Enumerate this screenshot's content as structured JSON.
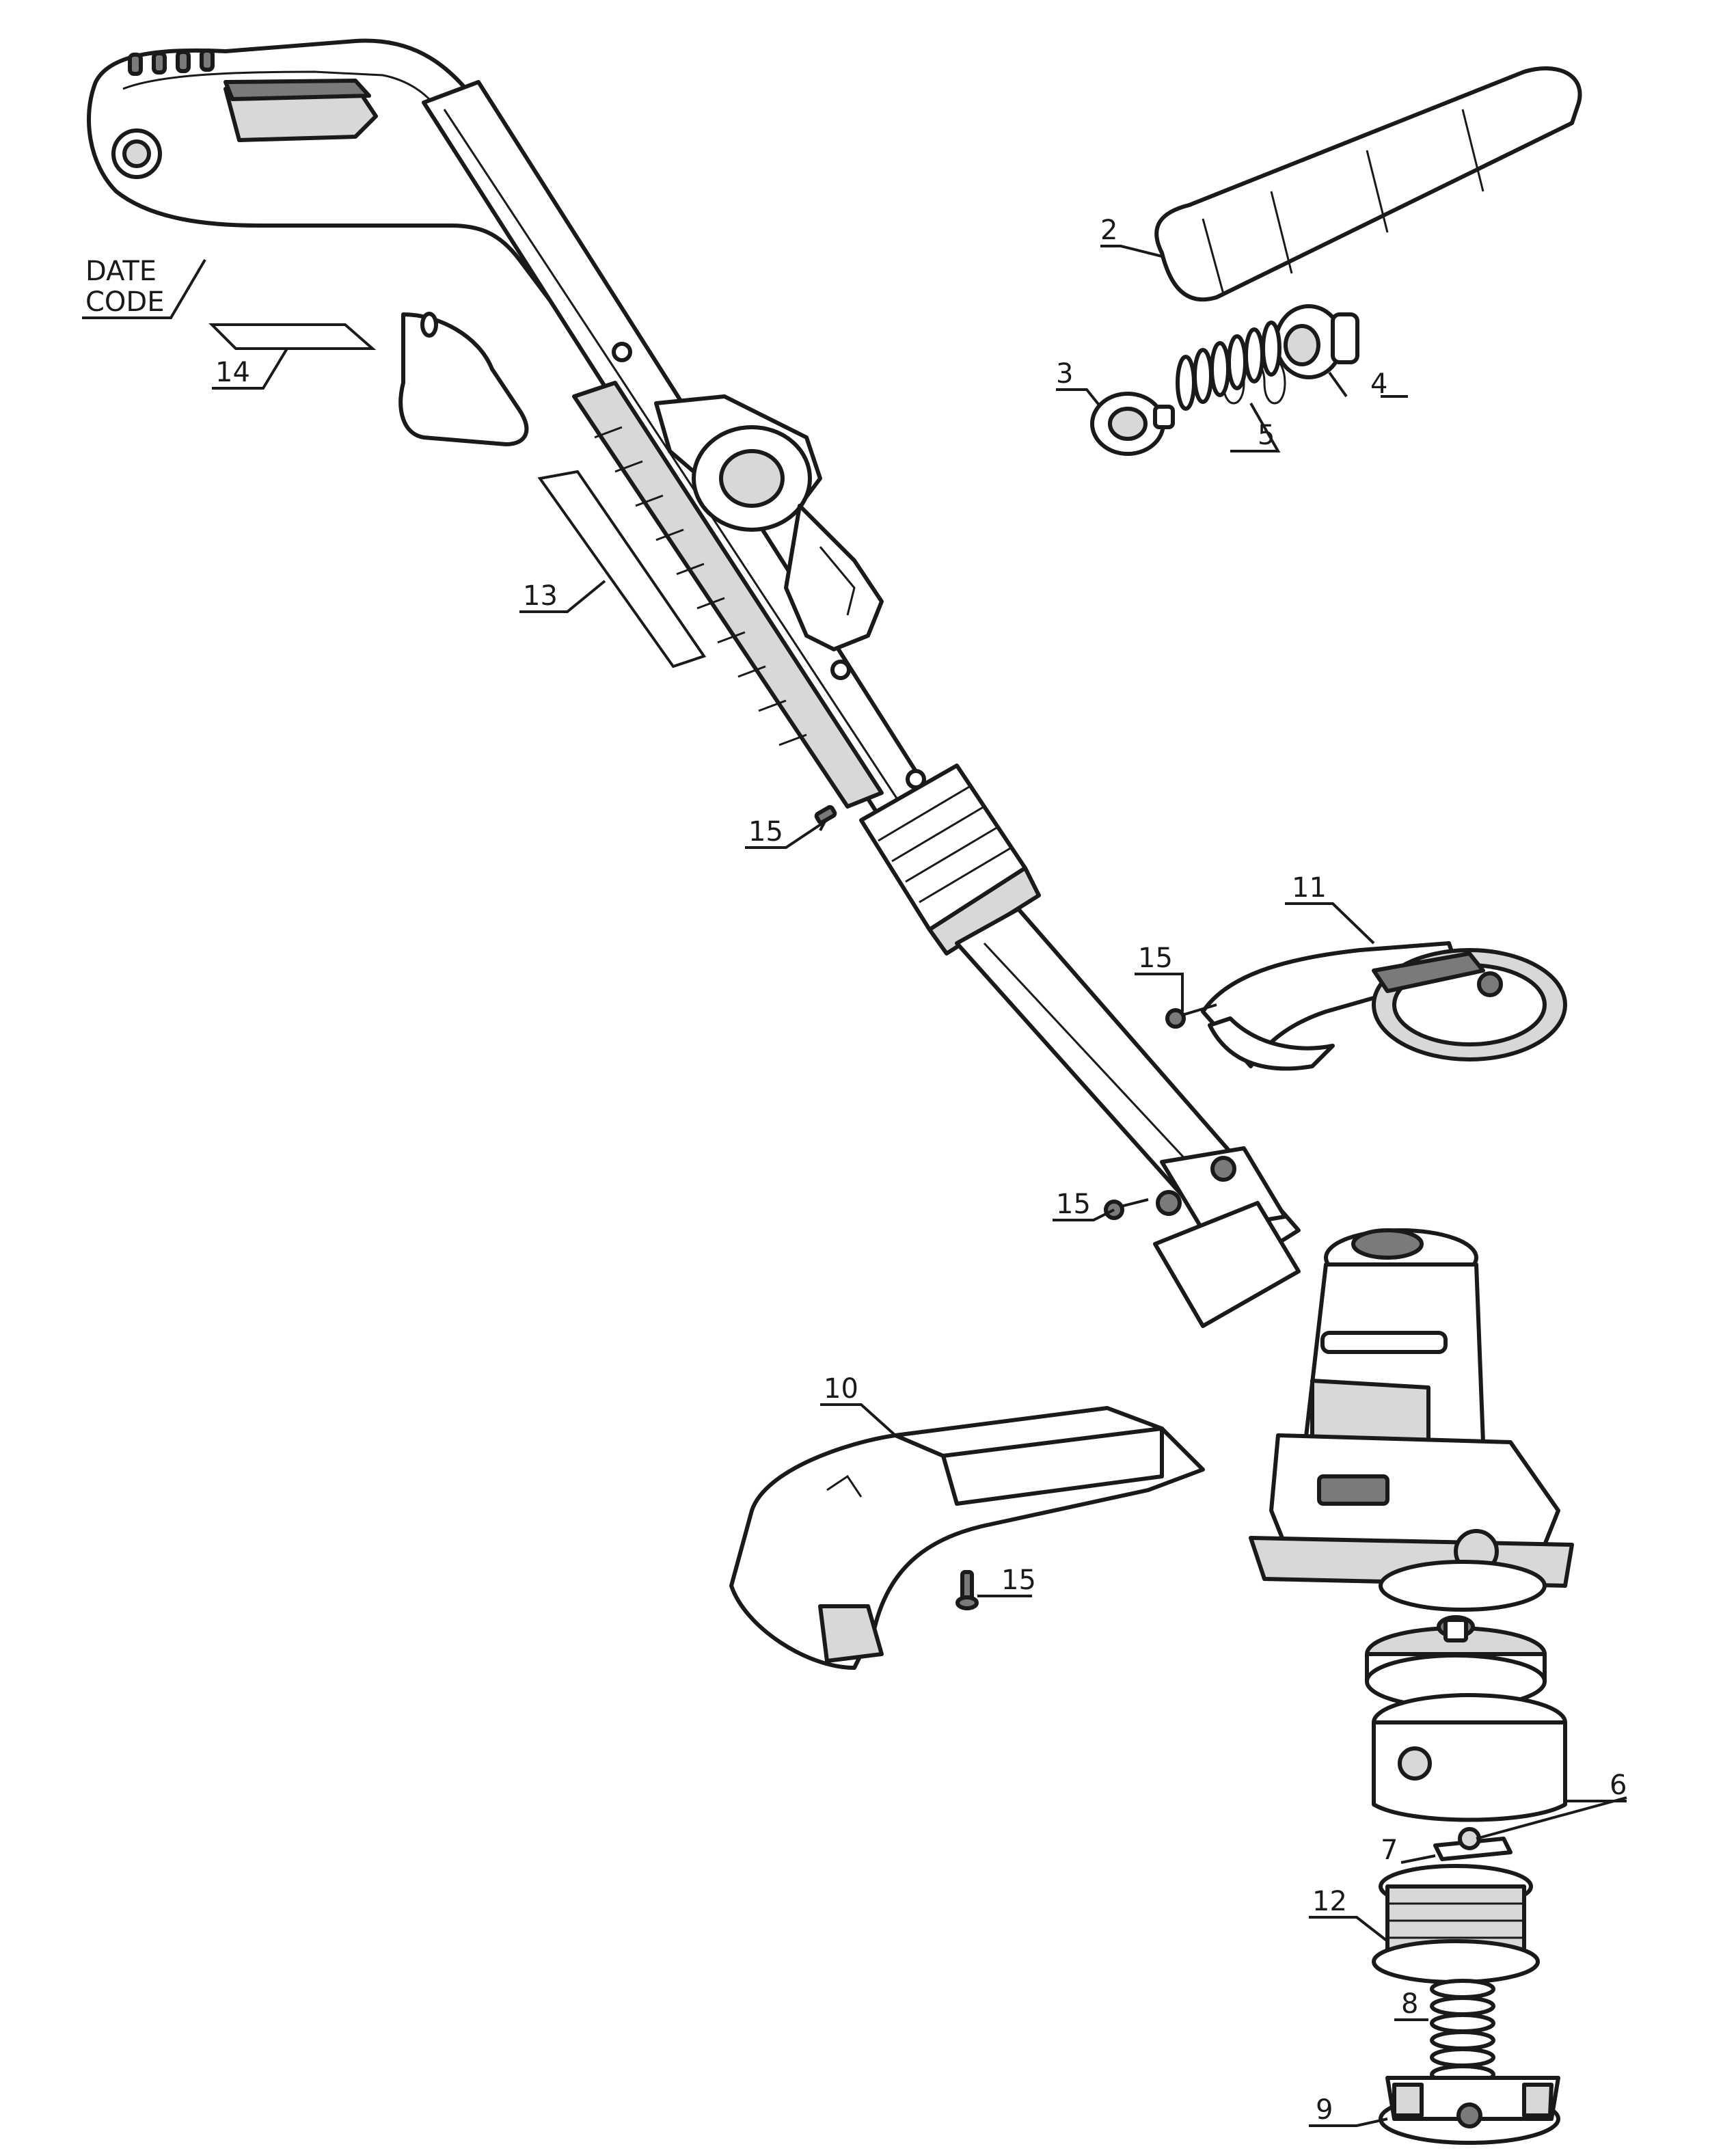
{
  "callouts": {
    "date_code_line1": "DATE",
    "date_code_line2": "CODE",
    "p2": "2",
    "p3": "3",
    "p4": "4",
    "p5": "5",
    "p6": "6",
    "p7": "7",
    "p8": "8",
    "p9": "9",
    "p10": "10",
    "p11": "11",
    "p12": "12",
    "p13": "13",
    "p14": "14",
    "p15a": "15",
    "p15b": "15",
    "p15c": "15",
    "p15d": "15"
  }
}
